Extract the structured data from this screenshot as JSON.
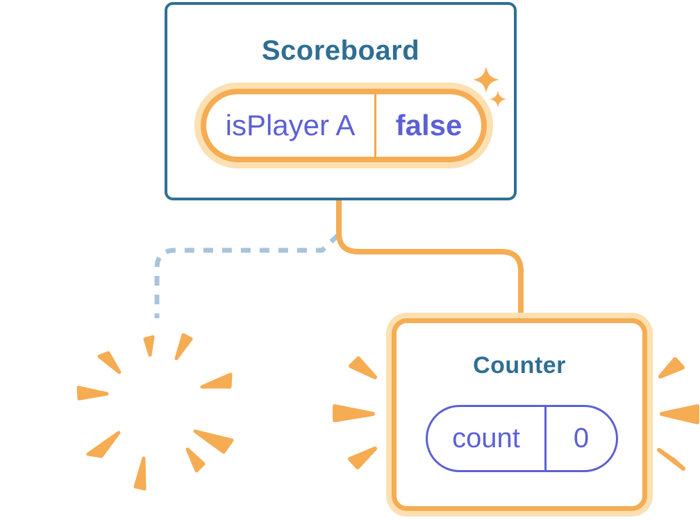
{
  "scoreboard": {
    "title": "Scoreboard",
    "state": {
      "key": "isPlayer A",
      "value": "false"
    }
  },
  "counter": {
    "title": "Counter",
    "state": {
      "key": "count",
      "value": "0"
    }
  },
  "colors": {
    "card_border_blue": "#2E6F96",
    "title_blue": "#2F6E93",
    "state_purple": "#5C60D6",
    "accent_orange": "#F5AC52",
    "orange_halo": "#FCE0B2",
    "dashed_connector_blue": "#A7C4DA",
    "background": "#FFFFFF"
  },
  "icons": {
    "sparkles": "sparkles-icon",
    "poof": "poof-burst-icon",
    "rays": "emphasis-rays-icon"
  }
}
